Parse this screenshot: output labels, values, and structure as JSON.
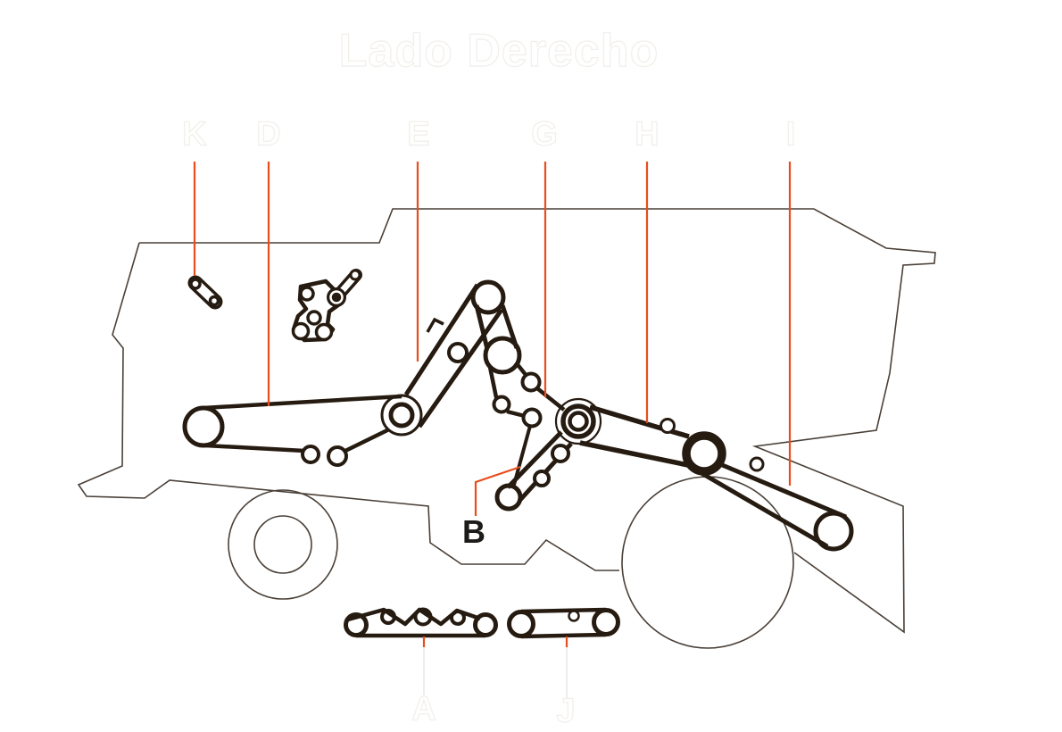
{
  "title": "Lado Derecho",
  "diagram_subject": "combine harvester right-side belt and pulley routing diagram",
  "labels": {
    "k": "K",
    "d": "D",
    "e": "E",
    "g": "G",
    "h": "H",
    "i": "I",
    "b": "B",
    "a": "A",
    "j": "J"
  },
  "colors": {
    "leader": "#e84d1b",
    "belt": "#261b11",
    "outline": "#4a4038",
    "label": "#ffffff",
    "label-edge": "#f2efeb",
    "callout-b": "#1d1b18",
    "bg": "#ffffff"
  }
}
